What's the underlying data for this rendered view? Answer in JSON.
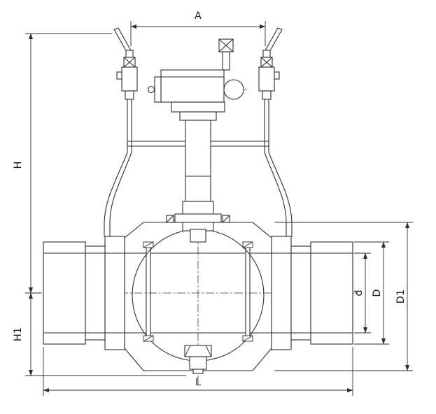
{
  "drawing": {
    "dimension_labels": {
      "A": "A",
      "H": "H",
      "H1": "H1",
      "L": "L",
      "d": "d",
      "D": "D",
      "D1": "D1"
    }
  }
}
